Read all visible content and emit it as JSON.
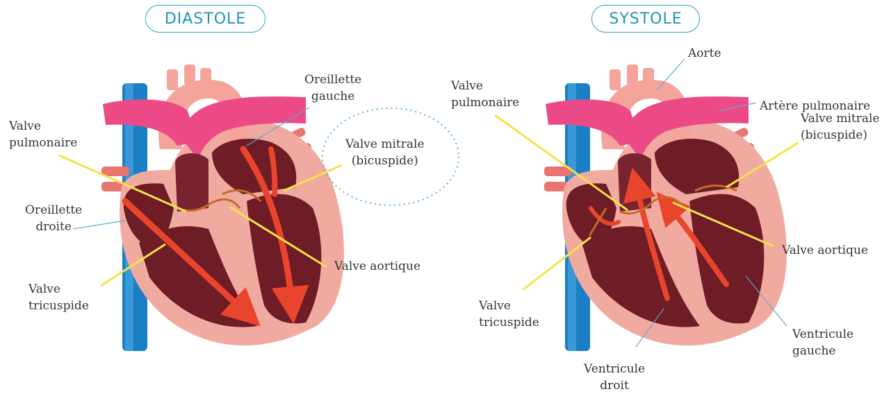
{
  "titles": {
    "left": "DIASTOLE",
    "right": "SYSTOLE"
  },
  "colors": {
    "accent": "#2aa3c0",
    "vein": "#1a7fc4",
    "pulmonary_artery": "#ec4a86",
    "heart_outer": "#f1aaa0",
    "heart_chamber": "#6e1c26",
    "flow_arrow": "#e8452c",
    "valve_pointer": "#f5e24a",
    "label_leader": "#5aa9d0"
  },
  "diastole_labels": {
    "oreillette_gauche": [
      "Oreillette",
      "gauche"
    ],
    "valve_pulmonaire": [
      "Valve",
      "pulmonaire"
    ],
    "valve_mitrale": [
      "Valve mitrale",
      "(bicuspide)"
    ],
    "oreillette_droite": [
      "Oreillette",
      "droite"
    ],
    "valve_aortique": [
      "Valve aortique"
    ],
    "valve_tricuspide": [
      "Valve",
      "tricuspide"
    ]
  },
  "systole_labels": {
    "aorte": [
      "Aorte"
    ],
    "artere_pulmonaire": [
      "Artère pulmonaire"
    ],
    "valve_pulmonaire": [
      "Valve",
      "pulmonaire"
    ],
    "valve_mitrale": [
      "Valve mitrale",
      "(bicuspide)"
    ],
    "valve_aortique": [
      "Valve aortique"
    ],
    "valve_tricuspide": [
      "Valve",
      "tricuspide"
    ],
    "ventricule_gauche": [
      "Ventricule",
      "gauche"
    ],
    "ventricule_droit": [
      "Ventricule",
      "droit"
    ]
  }
}
